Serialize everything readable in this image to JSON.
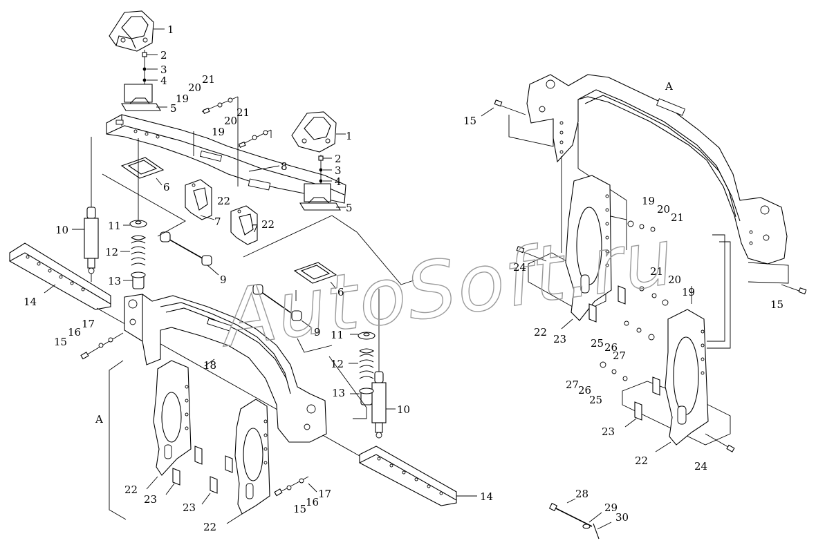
{
  "drawing": {
    "watermark": "AutoSoft.ru",
    "view_label": "A",
    "callouts": [
      {
        "id": "c1a",
        "text": "1"
      },
      {
        "id": "c2a",
        "text": "2"
      },
      {
        "id": "c3a",
        "text": "3"
      },
      {
        "id": "c4a",
        "text": "4"
      },
      {
        "id": "c5a",
        "text": "5"
      },
      {
        "id": "c6a",
        "text": "6"
      },
      {
        "id": "c7a",
        "text": "7"
      },
      {
        "id": "c8a",
        "text": "8"
      },
      {
        "id": "c9a",
        "text": "9"
      },
      {
        "id": "c10a",
        "text": "10"
      },
      {
        "id": "c11a",
        "text": "11"
      },
      {
        "id": "c12a",
        "text": "12"
      },
      {
        "id": "c13a",
        "text": "13"
      },
      {
        "id": "c14a",
        "text": "14"
      },
      {
        "id": "c15a",
        "text": "15"
      },
      {
        "id": "c16a",
        "text": "16"
      },
      {
        "id": "c17a",
        "text": "17"
      },
      {
        "id": "c18a",
        "text": "18"
      },
      {
        "id": "c19a",
        "text": "19"
      },
      {
        "id": "c20a",
        "text": "20"
      },
      {
        "id": "c21a",
        "text": "21"
      },
      {
        "id": "c22a",
        "text": "22"
      },
      {
        "id": "c23a",
        "text": "23"
      },
      {
        "id": "c24a",
        "text": "24"
      },
      {
        "id": "c25a",
        "text": "25"
      },
      {
        "id": "c26a",
        "text": "26"
      },
      {
        "id": "c27a",
        "text": "27"
      },
      {
        "id": "c28a",
        "text": "28"
      },
      {
        "id": "c29a",
        "text": "29"
      },
      {
        "id": "c30a",
        "text": "30"
      }
    ]
  }
}
